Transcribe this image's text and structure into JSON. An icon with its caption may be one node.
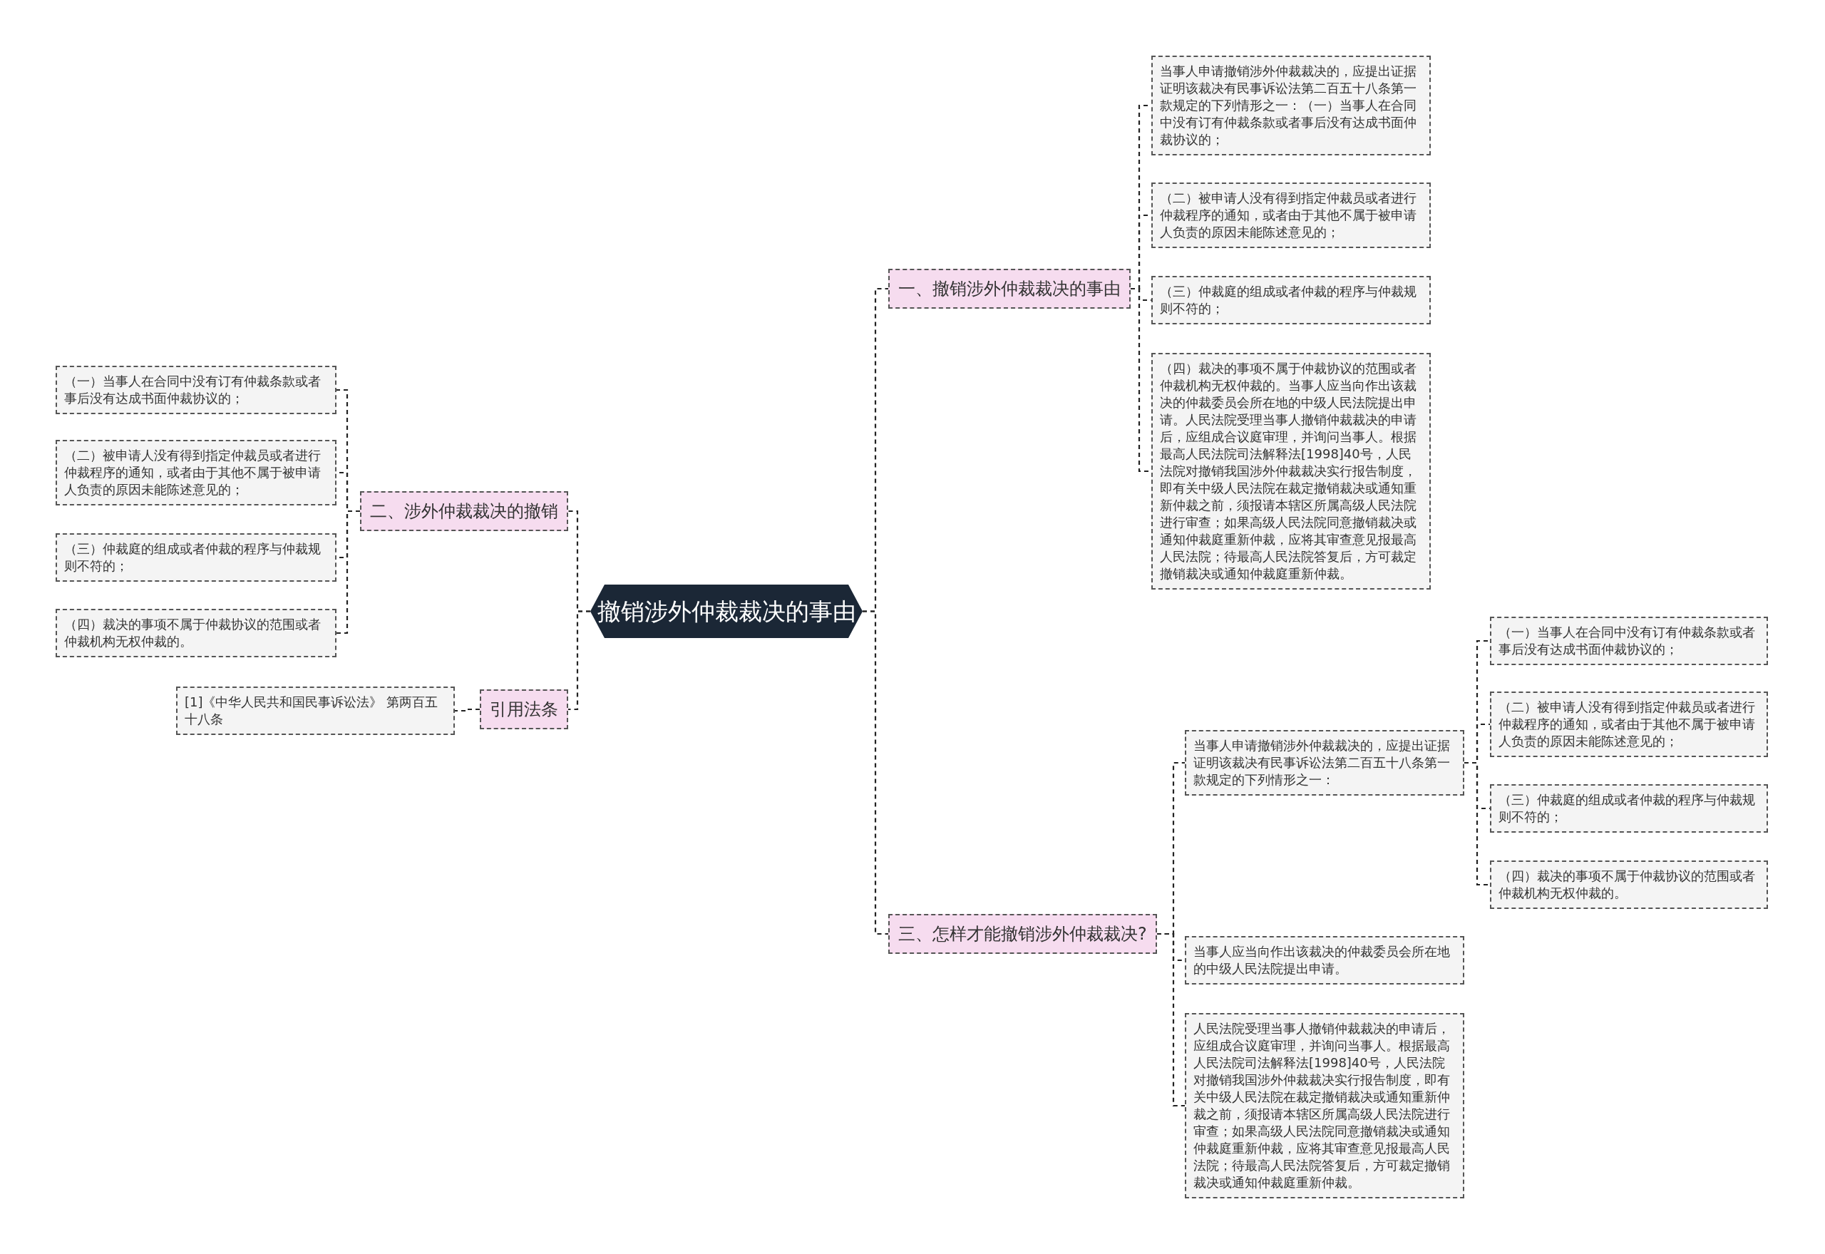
{
  "diagram": {
    "nodes": [
      {
        "text": [
          "撤销涉外仲裁裁决的事由"
        ]
      },
      {
        "text": [
          "一、撤销涉外仲裁裁决的事由"
        ]
      },
      {
        "text": [
          "当事人申请撤销涉外仲裁裁决的，应提出证据证明该裁决有民事诉讼法第二百五十八条第一款规定的下列情形之一：（一）当事人在合同中没有订有仲裁条款或者事后没有达成书面仲裁协议的；"
        ]
      },
      {
        "text": [
          "（二）被申请人没有得到指定仲裁员或者进行仲裁程序的通知，或者由于其他不属于被申请人负责的原因未能陈述意见的；"
        ]
      },
      {
        "text": [
          "（三）仲裁庭的组成或者仲裁的程序与仲裁规则不符的；"
        ]
      },
      {
        "text": [
          "（四）裁决的事项不属于仲裁协议的范围或者仲裁机构无权仲裁的。当事人应当向作出该裁决的仲裁委员会所在地的中级人民法院提出申请。人民法院受理当事人撤销仲裁裁决的申请后，应组成合议庭审理，并询问当事人。根据最高人民法院司法解释法[1998]40号，人民法院对撤销我国涉外仲裁裁决实行报告制度，即有关中级人民法院在裁定撤销裁决或通知重新仲裁之前，须报请本辖区所属高级人民法院进行审查；如果高级人民法院同意撤销裁决或通知仲裁庭重新仲裁，应将其审查意见报最高人民法院；待最高人民法院答复后，方可裁定撤销裁决或通知仲裁庭重新仲裁。"
        ]
      },
      {
        "text": [
          "二、涉外仲裁裁决的撤销"
        ]
      },
      {
        "text": [
          "（一）当事人在合同中没有订有仲裁条款或者事后没有达成书面仲裁协议的；"
        ]
      },
      {
        "text": [
          "（二）被申请人没有得到指定仲裁员或者进行仲裁程序的通知，或者由于其他不属于被申请人负责的原因未能陈述意见的；"
        ]
      },
      {
        "text": [
          "（三）仲裁庭的组成或者仲裁的程序与仲裁规则不符的；"
        ]
      },
      {
        "text": [
          "（四）裁决的事项不属于仲裁协议的范围或者仲裁机构无权仲裁的。"
        ]
      },
      {
        "text": [
          "引用法条"
        ]
      },
      {
        "text": [
          "[1]《中华人民共和国民事诉讼法》 第两百五十八条"
        ]
      },
      {
        "text": [
          "三、怎样才能撤销涉外仲裁裁决?"
        ]
      },
      {
        "text": [
          "当事人申请撤销涉外仲裁裁决的，应提出证据证明该裁决有民事诉讼法第二百五十八条第一款规定的下列情形之一："
        ]
      },
      {
        "text": [
          "（一）当事人在合同中没有订有仲裁条款或者事后没有达成书面仲裁协议的；"
        ]
      },
      {
        "text": [
          "（二）被申请人没有得到指定仲裁员或者进行仲裁程序的通知，或者由于其他不属于被申请人负责的原因未能陈述意见的；"
        ]
      },
      {
        "text": [
          "（三）仲裁庭的组成或者仲裁的程序与仲裁规则不符的；"
        ]
      },
      {
        "text": [
          "（四）裁决的事项不属于仲裁协议的范围或者仲裁机构无权仲裁的。"
        ]
      },
      {
        "text": [
          "当事人应当向作出该裁决的仲裁委员会所在地的中级人民法院提出申请。"
        ]
      },
      {
        "text": [
          "人民法院受理当事人撤销仲裁裁决的申请后，应组成合议庭审理，并询问当事人。根据最高人民法院司法解释法[1998]40号，人民法院对撤销我国涉外仲裁裁决实行报告制度，即有关中级人民法院在裁定撤销裁决或通知重新仲裁之前，须报请本辖区所属高级人民法院进行审查；如果高级人民法院同意撤销裁决或通知仲裁庭重新仲裁，应将其审查意见报最高人民法院；待最高人民法院答复后，方可裁定撤销裁决或通知仲裁庭重新仲裁。"
        ]
      }
    ],
    "edges": [
      {
        "from": 0,
        "to": 1,
        "arrow": "none"
      },
      {
        "from": 1,
        "to": 2,
        "arrow": "none"
      },
      {
        "from": 1,
        "to": 3,
        "arrow": "none"
      },
      {
        "from": 1,
        "to": 4,
        "arrow": "none"
      },
      {
        "from": 1,
        "to": 5,
        "arrow": "none"
      },
      {
        "from": 0,
        "to": 6,
        "arrow": "none"
      },
      {
        "from": 6,
        "to": 7,
        "arrow": "none"
      },
      {
        "from": 6,
        "to": 8,
        "arrow": "none"
      },
      {
        "from": 6,
        "to": 9,
        "arrow": "none"
      },
      {
        "from": 6,
        "to": 10,
        "arrow": "none"
      },
      {
        "from": 0,
        "to": 11,
        "arrow": "none"
      },
      {
        "from": 11,
        "to": 12,
        "arrow": "none"
      },
      {
        "from": 0,
        "to": 13,
        "arrow": "none"
      },
      {
        "from": 13,
        "to": 14,
        "arrow": "none"
      },
      {
        "from": 14,
        "to": 15,
        "arrow": "none"
      },
      {
        "from": 14,
        "to": 16,
        "arrow": "none"
      },
      {
        "from": 14,
        "to": 17,
        "arrow": "none"
      },
      {
        "from": 14,
        "to": 18,
        "arrow": "none"
      },
      {
        "from": 13,
        "to": 19,
        "arrow": "none"
      },
      {
        "from": 13,
        "to": 20,
        "arrow": "none"
      }
    ]
  }
}
